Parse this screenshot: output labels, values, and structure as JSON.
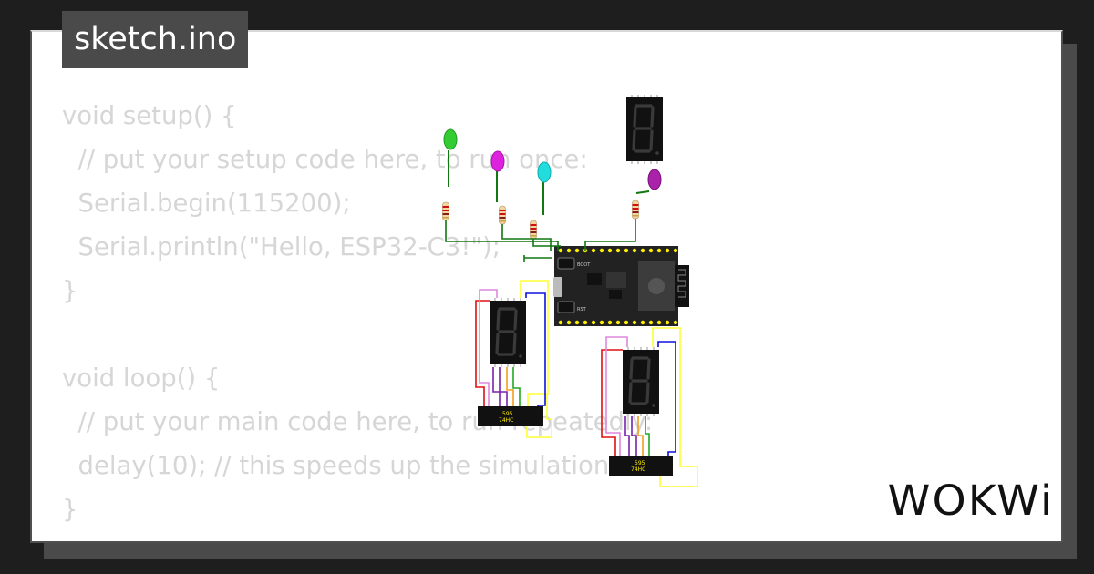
{
  "file_tab": {
    "label": "sketch.ino"
  },
  "code_lines": [
    "void setup() {",
    "  // put your setup code here, to run once:",
    "  Serial.begin(115200);",
    "  Serial.println(\"Hello, ESP32-C3!\");",
    "}",
    "",
    "void loop() {",
    "  // put your main code here, to run repeatedly:",
    "  delay(10); // this speeds up the simulation",
    "}"
  ],
  "brand": {
    "name": "WOKWi"
  },
  "circuit": {
    "board_labels": {
      "boot": "BOOT",
      "rst": "RST"
    },
    "shift_register_label_1": "74HC",
    "shift_register_label_2": "595",
    "led_colors": [
      "#33cc33",
      "#dd22dd",
      "#22dddd",
      "#aa22aa"
    ],
    "wire_colors": {
      "red": "#e01010",
      "violet": "#dd88dd",
      "purple": "#7a22aa",
      "orange": "#f0a020",
      "green": "#22aa22",
      "yellow": "#ffff33",
      "blue": "#1010dd",
      "dark_green": "#117711"
    }
  }
}
